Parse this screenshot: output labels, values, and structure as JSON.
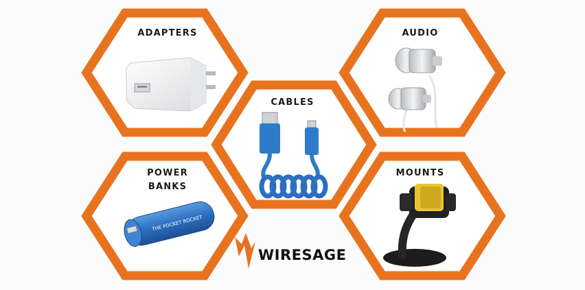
{
  "categories": {
    "adapters": {
      "label": "ADAPTERS"
    },
    "audio": {
      "label": "AUDIO"
    },
    "cables": {
      "label": "CABLES"
    },
    "power_banks": {
      "label_line1": "POWER",
      "label_line2": "BANKS"
    },
    "mounts": {
      "label": "MOUNTS"
    }
  },
  "power_bank_print": "THE POCKET ROCKET",
  "brand": {
    "name": "WIRESAGE"
  },
  "colors": {
    "accent": "#e8731f",
    "product_blue": "#2e7bc9",
    "text": "#1a1a1a"
  }
}
